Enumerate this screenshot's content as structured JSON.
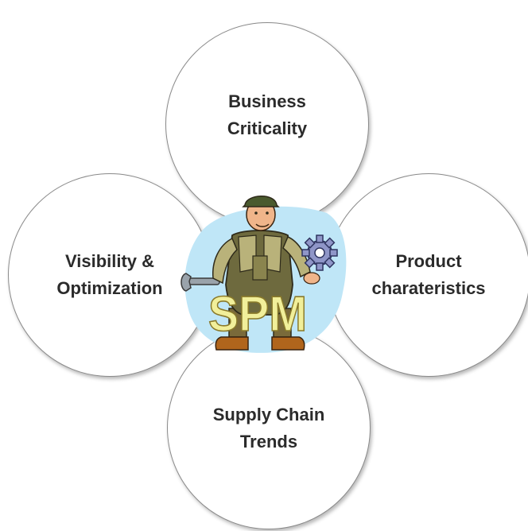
{
  "diagram": {
    "nodes": {
      "top": {
        "line1": "Business",
        "line2": "Criticality"
      },
      "left": {
        "line1": "Visibility &",
        "line2": "Optimization"
      },
      "right": {
        "line1": "Product",
        "line2": "charateristics"
      },
      "bottom": {
        "line1": "Supply Chain",
        "line2": "Trends"
      }
    },
    "center": {
      "text": "SPM",
      "text_color": "#f1ef9a",
      "backdrop_color": "#bfe6f7"
    }
  }
}
